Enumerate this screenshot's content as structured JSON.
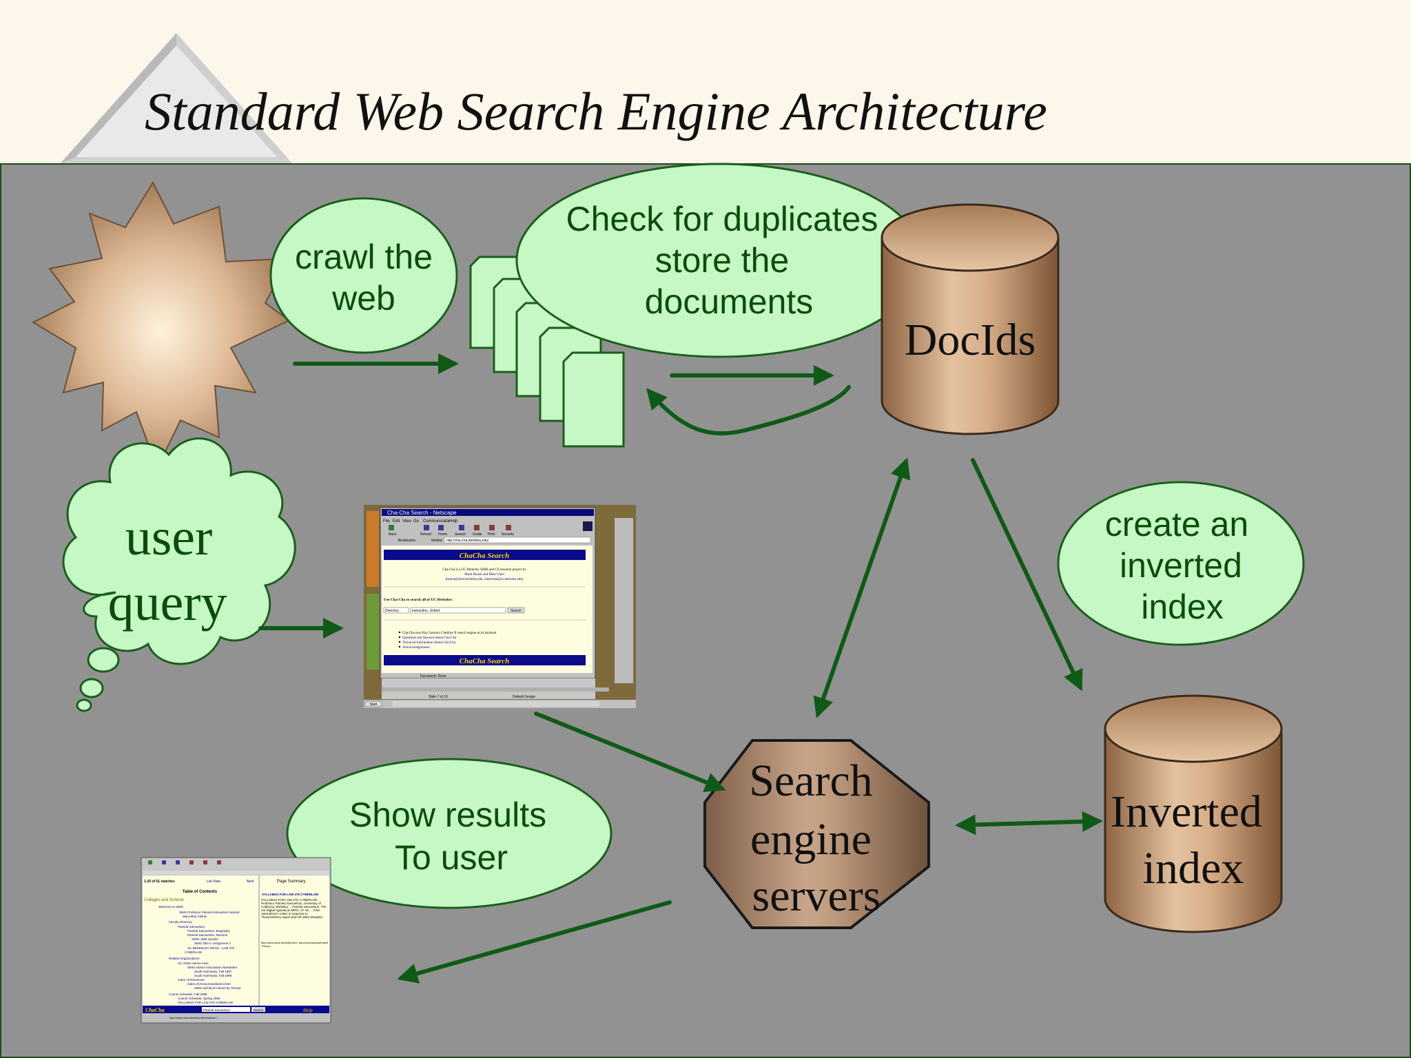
{
  "slide": {
    "title": "Standard Web Search Engine Architecture"
  },
  "nodes": {
    "crawl": {
      "line1": "crawl the",
      "line2": "web"
    },
    "dupes": {
      "line1": "Check for duplicates",
      "line2": "store the",
      "line3": "documents"
    },
    "docids": {
      "label": "DocIds"
    },
    "query": {
      "line1": "user",
      "line2": "query"
    },
    "inverted_label": {
      "line1": "create an",
      "line2": "inverted",
      "line3": "index"
    },
    "inverted_index": {
      "line1": "Inverted",
      "line2": "index"
    },
    "servers": {
      "line1": "Search",
      "line2": "engine",
      "line3": "servers"
    },
    "results": {
      "line1": "Show results",
      "line2": "To user"
    }
  },
  "screenshot_search": {
    "window_title": "Cha-Cha Search - Netscape",
    "menu": [
      "File",
      "Edit",
      "View",
      "Go",
      "Communicator",
      "Help"
    ],
    "toolbar": [
      "Back",
      "Reload",
      "Home",
      "Search",
      "Guide",
      "Print",
      "Security"
    ],
    "bookmarks_label": "Bookmarks",
    "netsite_label": "Netsite:",
    "url": "http://cha-cha.berkeley.edu/",
    "banner": "ChaCha Search",
    "credit_line1": "Cha-Cha is a UC Berkeley SIMS and CS research project by",
    "credit_line2": "Marti Hearst and Mike Chen",
    "credit_line3": "(hearst@sims.berkeley.edu, mikechen@cs.berkeley.edu)",
    "prompt": "Use Cha-Cha to search all of UC Berkeley:",
    "select_value": "Directory",
    "input_value": "instruction, United",
    "search_button": "Search",
    "bullets": [
      "Cha-Cha uses Ray Larson's Cheshire II search engine as its backend",
      "Questions and Answers about Cha-Cha",
      "Technical Information About Cha-Cha",
      "Acknowledgements"
    ],
    "status": "Document: Done",
    "slide_counter": "Slide 7 of 15",
    "design": "Default Design",
    "start": "Start"
  },
  "screenshot_results": {
    "matches": "1-20 of 51 matches",
    "list_view": "List View",
    "next": "Next",
    "page_summary": "Page Summary",
    "toc": "Table of Contents",
    "section": "Colleges and Schools",
    "items": [
      "Welcome to SIMS",
      "SIMS Professor Pamela Samuelson Named",
      "MacArthur Fellow",
      "Faculty Directory",
      "Pamela Samuelson",
      "Pamela Samuelson, Biography",
      "Pamela Samuelson, Resume",
      "SIMS: Web Section",
      "SIMS 290-4: Assignment 1",
      "UC BERKELEY GRAD - LAW 276",
      "CYBERLAW",
      "Related Organizations",
      "UC SIMS Alumni Assn",
      "SIMS Alumni Association Newsletter",
      "South Hall News, Fall 1997",
      "South Hall News, Fall 1998",
      "Index of Resources",
      "Index of /resources/alumni.html",
      "SIMS and BLIS Alumni by Thread",
      "Course Schedule, Fall 1999",
      "Course Schedule, Spring 1999",
      "SYLLABUS FOR LAW 276 CYBERLAW"
    ],
    "summary_title": "SYLLABUS FOR LAW 276 CYBERLAW",
    "summary_text": "SYLLABUS FOR LAW 276: CYBERLAW ... Professor Pamela Samuelson, University of California, Berkeley ... Pamela Samuelson. The US Digital Agenda at WIPO, 37 Va. ... Pam Samuelson's Letter in response to Thuses/Sherry report and HR 3652 (Reader)",
    "summary_url": "http://www.sims.berkeley.edu/~pam/courses/cyberlaw97/docs/...",
    "banner": "ChaCha",
    "footer_input": "Pamela Samuelson",
    "search_button": "Search",
    "help": "Help",
    "status_url": "http://www.sims.berkeley.edu/chacha/?..."
  },
  "colors": {
    "header_bg": "#fdf6ea",
    "panel_bg": "#929292",
    "bubble_fill": "#c6f8c6",
    "bubble_text": "#0a4d0a",
    "arrow": "#0f5a16",
    "cylinder": "#b8875f",
    "octagon": "#8a6a53",
    "dark_text": "#111111",
    "banner_blue": "#0a0a8c",
    "banner_text": "#ffd400"
  }
}
